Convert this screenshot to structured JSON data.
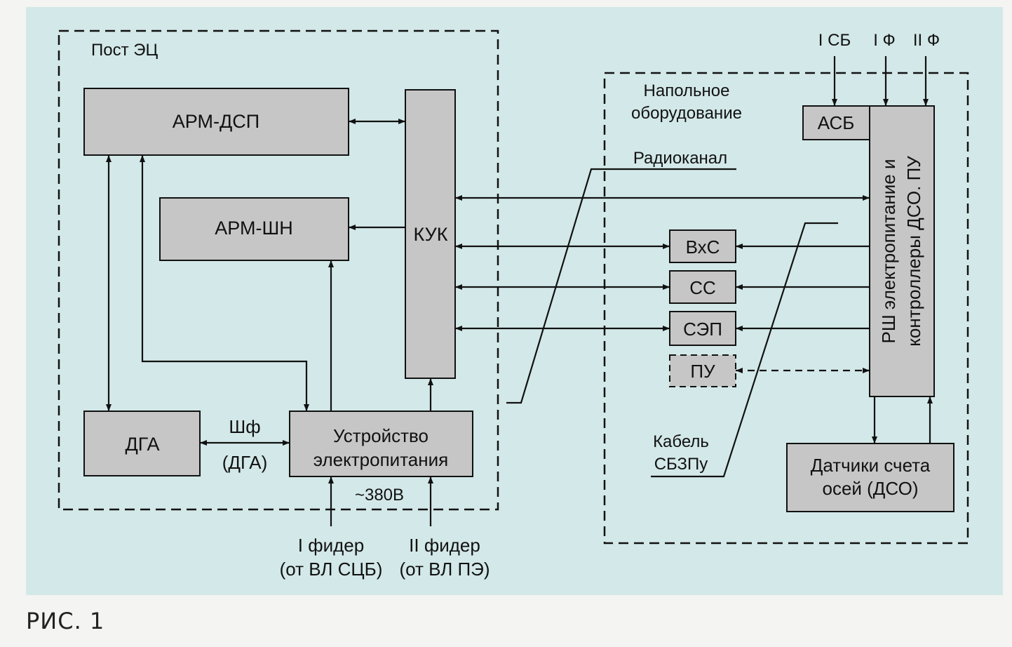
{
  "figure_caption": "РИС. 1",
  "post": {
    "title": "Пост ЭЦ",
    "arm_dsp": "АРМ-ДСП",
    "arm_shn": "АРМ-ШН",
    "kuk": "КУК",
    "dga": "ДГА",
    "power_line1": "Устройство",
    "power_line2": "электропитания",
    "shf_line1": "Шф",
    "shf_line2": "(ДГА)",
    "voltage": "~380В",
    "feeder1_line1": "I фидер",
    "feeder1_line2": "(от ВЛ СЦБ)",
    "feeder2_line1": "II фидер",
    "feeder2_line2": "(от ВЛ ПЭ)"
  },
  "floor": {
    "title_line1": "Напольное",
    "title_line2": "оборудование",
    "asb": "АСБ",
    "rsh_line1": "РШ электропитание и",
    "rsh_line2": "контроллеры ДСО. ПУ",
    "vxs": "ВхС",
    "ss": "СС",
    "sep": "СЭП",
    "pu": "ПУ",
    "sensors_line1": "Датчики счета",
    "sensors_line2": "осей (ДСО)",
    "input_isb": "I СБ",
    "input_if": "I Ф",
    "input_iif": "II Ф"
  },
  "links": {
    "radio": "Радиоканал",
    "cable_line1": "Кабель",
    "cable_line2": "СБЗПу"
  },
  "colors": {
    "panel": "#d3e8e8",
    "box": "#c6c6c6",
    "line": "#111111"
  }
}
